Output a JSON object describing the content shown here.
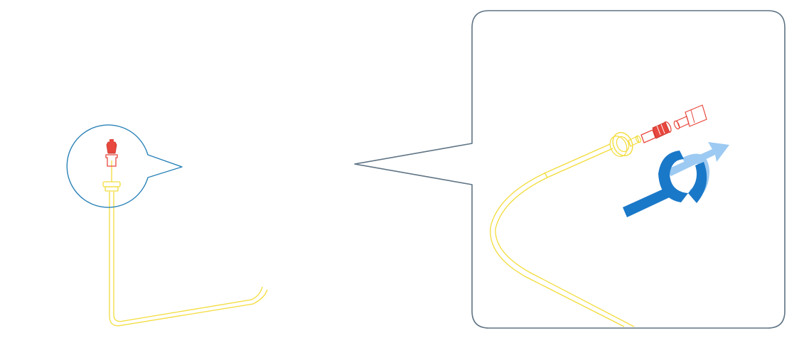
{
  "colors": {
    "background": "#ffffff",
    "tubing": "#f2dc3a",
    "fitting_red": "#e8483e",
    "outline_callout_small": "#2a82b8",
    "outline_callout_large": "#5e7384",
    "arrow_blue_dark": "#1a78c8",
    "arrow_blue_light": "#9ccaf2"
  },
  "icons": {
    "rotation_direction": "rotate-right-arrow-icon"
  },
  "parts": {
    "tube": "capillary-tube",
    "nut": "red-fingertight-nut",
    "ferrule": "ferrule",
    "connector": "inlet-connector"
  }
}
